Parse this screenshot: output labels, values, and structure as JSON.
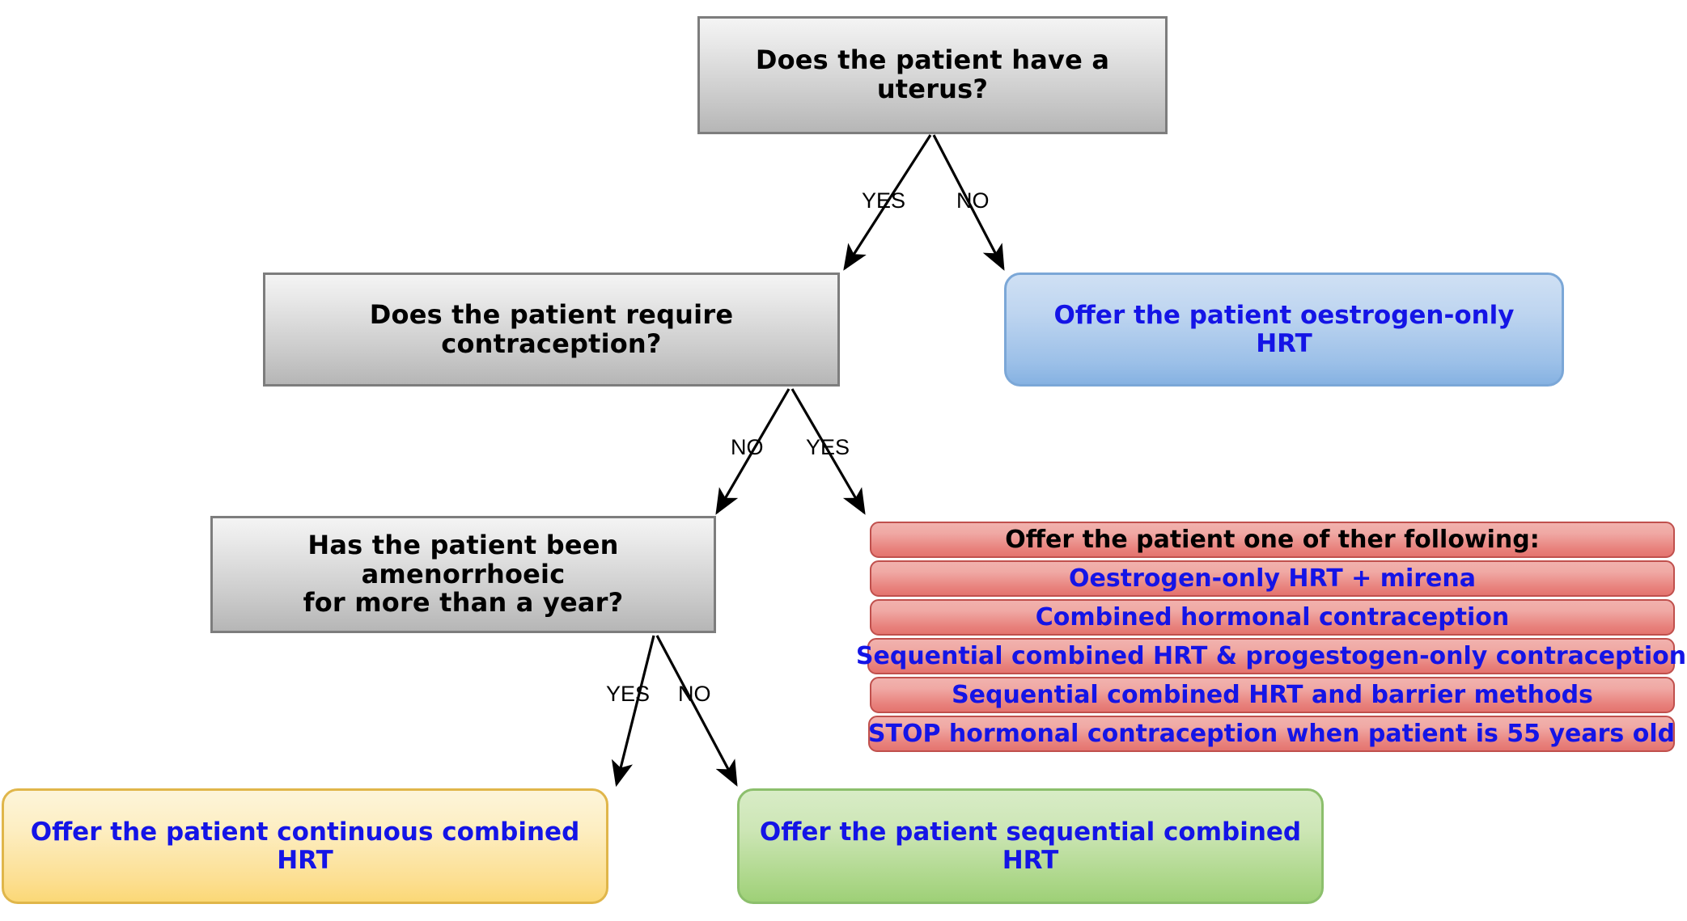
{
  "diagram": {
    "title_text_color": "#000000",
    "outcome_text_color": "#1414e6",
    "decision_fill": "#c9c9c9",
    "decision_border": "#7d7d7d",
    "blue_fill": "#9cc0e8",
    "red_fill": "#e8817c",
    "yellow_fill": "#fcdf92",
    "green_fill": "#add78a"
  },
  "nodes": {
    "uterus_question": "Does the patient have a uterus?",
    "contraception_question": "Does the patient require contraception?",
    "amenorrhoeic_question_line1": "Has the patient been amenorrhoeic",
    "amenorrhoeic_question_line2": "for more than a year?",
    "oestrogen_only": "Offer the patient oestrogen-only HRT",
    "continuous_combined": "Offer the patient continuous combined HRT",
    "sequential_combined": "Offer the patient sequential combined HRT"
  },
  "options_list": {
    "header": "Offer the patient one of ther following:",
    "items": [
      "Oestrogen-only HRT + mirena",
      "Combined hormonal contraception",
      "Sequential combined HRT & progestogen-only contraception",
      "Sequential combined HRT and barrier methods",
      "STOP hormonal contraception when patient is 55 years old"
    ]
  },
  "branches": {
    "uterus_yes": "YES",
    "uterus_no": "NO",
    "contraception_no": "NO",
    "contraception_yes": "YES",
    "amenorrhoeic_yes": "YES",
    "amenorrhoeic_no": "NO"
  }
}
